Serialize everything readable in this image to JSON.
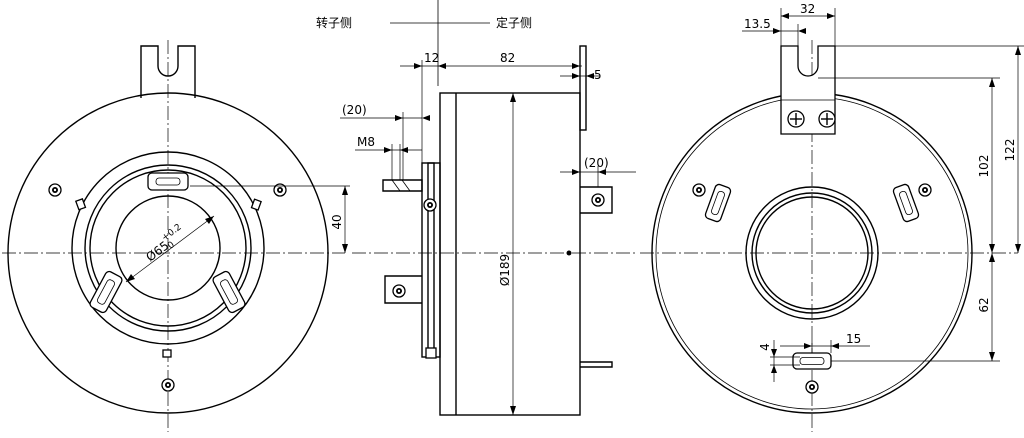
{
  "labels": {
    "rotor_side": "转子侧",
    "stator_side": "定子侧",
    "dim_12": "12",
    "dim_82": "82",
    "dim_5": "5",
    "dim_20_a": "(20)",
    "dim_20_b": "(20)",
    "dim_m8": "M8",
    "dim_189": "Ø189",
    "dim_40": "40",
    "dim_65_base": "Ø65",
    "dim_65_tol_upper": "+0.2",
    "dim_65_tol_lower": "0",
    "dim_32": "32",
    "dim_13_5": "13.5",
    "dim_122": "122",
    "dim_102": "102",
    "dim_62": "62",
    "dim_15": "15",
    "dim_4": "4"
  }
}
